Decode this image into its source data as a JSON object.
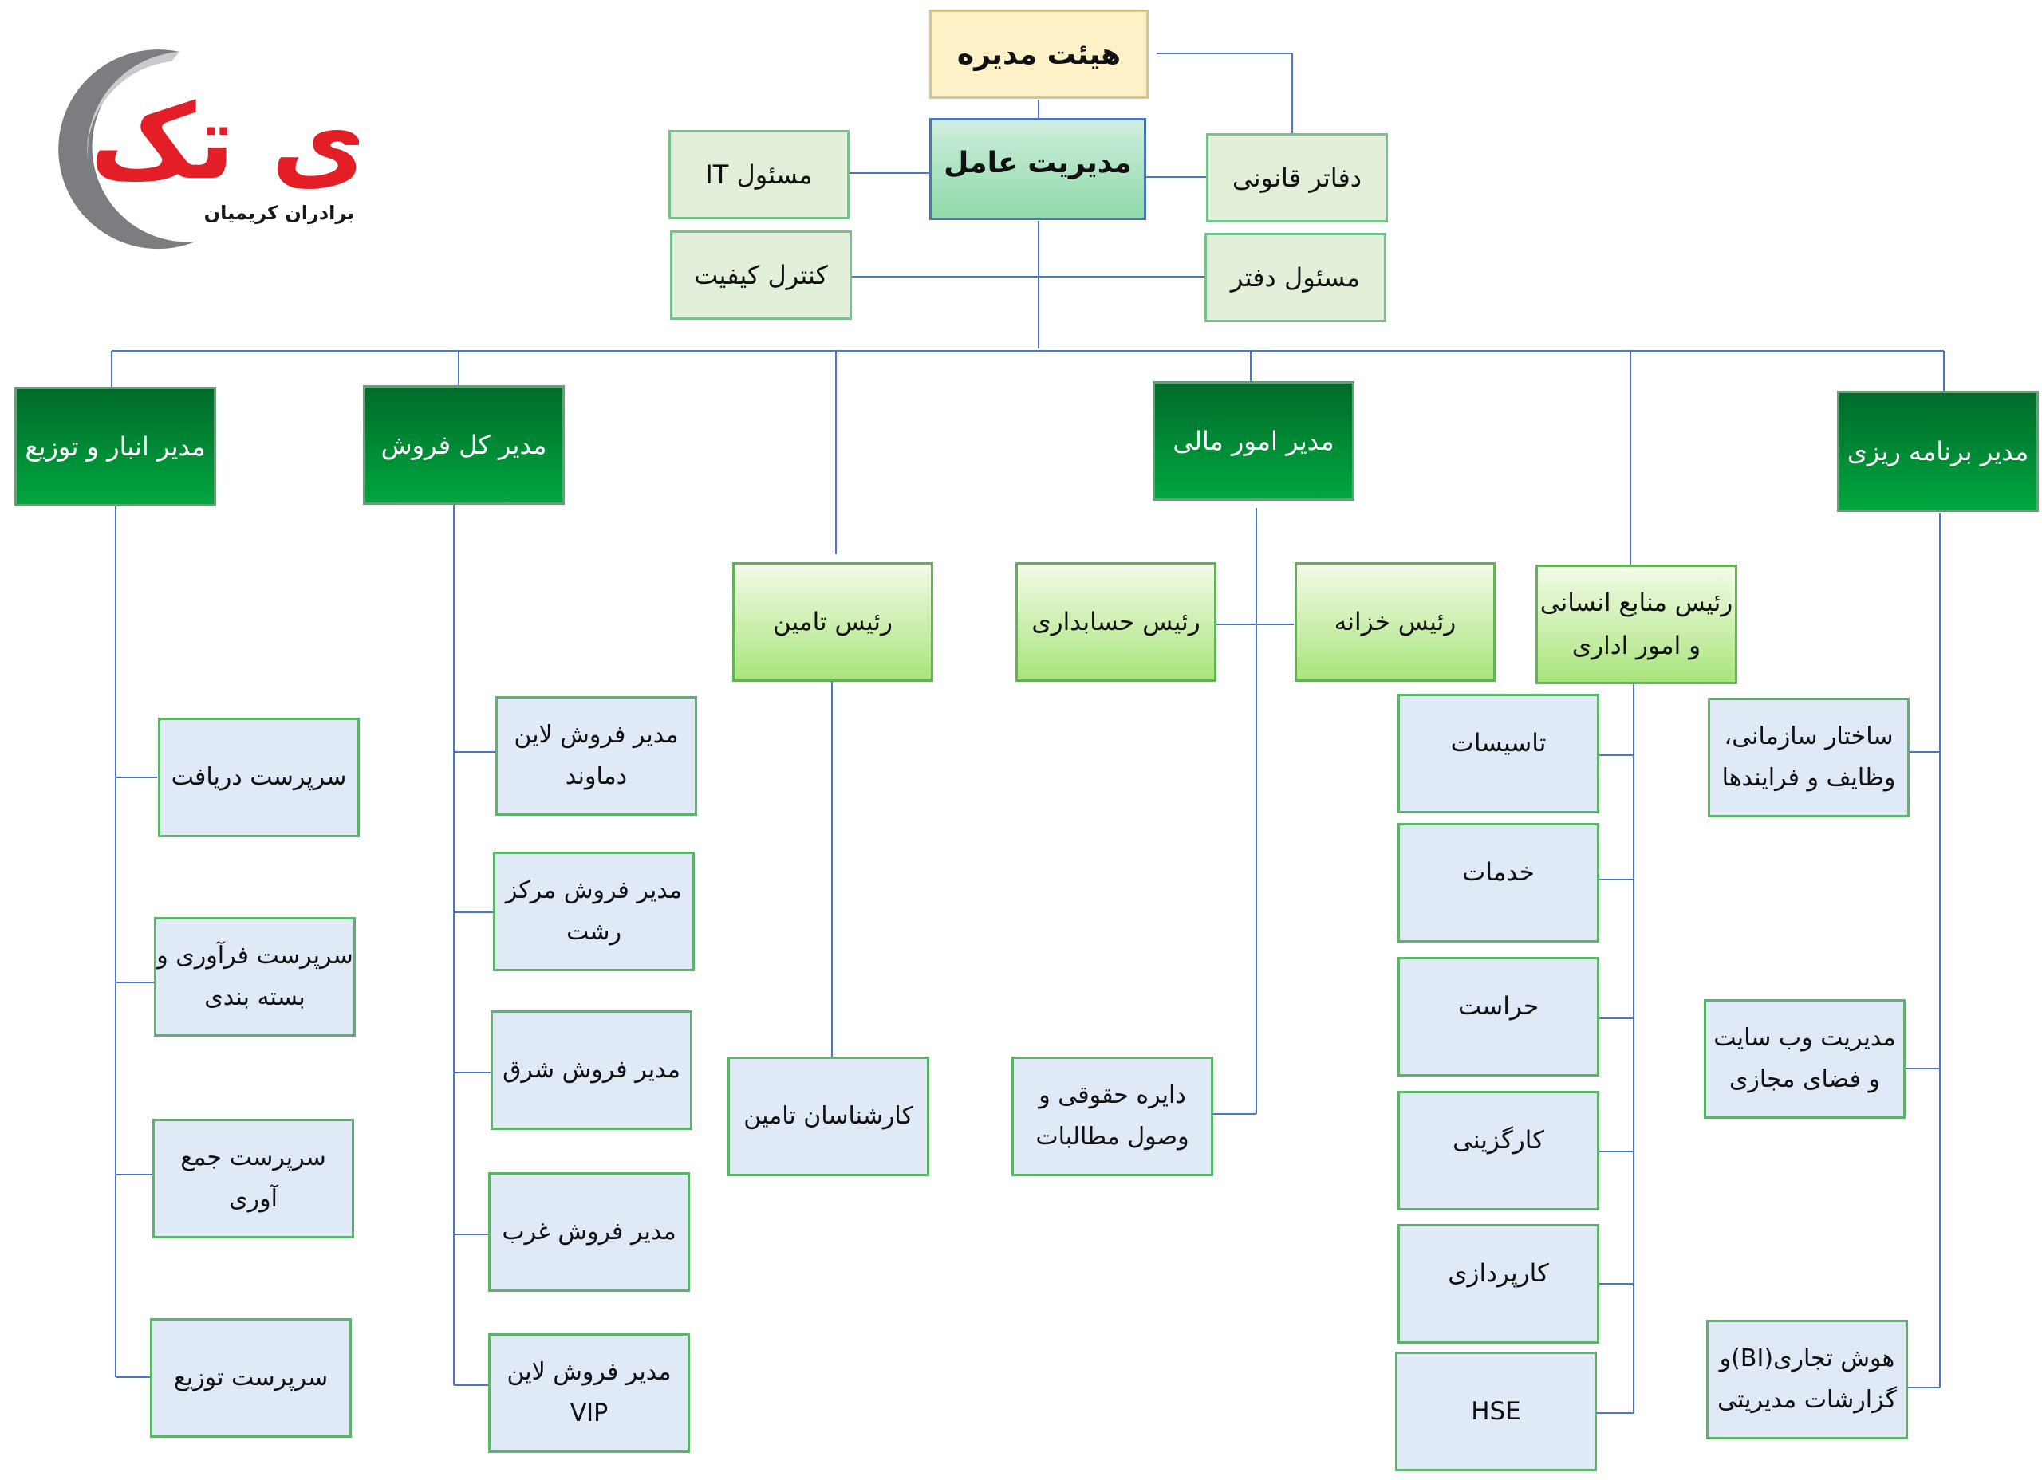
{
  "logo": {
    "main_text": "آی تک",
    "sub_text": "برادران کریمیان",
    "brand_color": "#e41e26"
  },
  "colors": {
    "line": "#4a77c8",
    "dept": "#009a3a",
    "board": "#fdf1c7",
    "leaf": "#dfeaf6"
  },
  "top": {
    "board": "هیئت مدیره",
    "ceo": "مدیریت عامل",
    "it": "مسئول IT",
    "qc": "کنترل کیفیت",
    "legal": "دفاتر قانونی",
    "office": "مسئول دفتر"
  },
  "departments": {
    "warehouse": "مدیر انبار و توزیع",
    "sales": "مدیر کل فروش",
    "finance": "مدیر امور مالی",
    "planning": "مدیر برنامه ریزی"
  },
  "mid": {
    "supply": "رئیس تامین",
    "accounting": "رئیس حسابداری",
    "treasury": "رئیس خزانه",
    "hr": "رئیس منابع انسانی\nو امور اداری"
  },
  "warehouse_items": [
    "سرپرست دریافت",
    "سرپرست فرآوری و\nبسته بندی",
    "سرپرست جمع\nآوری",
    "سرپرست توزیع"
  ],
  "sales_items": [
    "مدیر فروش لاین\nدماوند",
    "مدیر فروش مرکز\nرشت",
    "مدیر فروش شرق",
    "مدیر فروش غرب",
    "مدیر فروش لاین\nVIP"
  ],
  "supply_items": [
    "کارشناسان تامین"
  ],
  "finance_items": [
    "دایره حقوقی و\nوصول مطالبات"
  ],
  "hr_items": [
    "تاسیسات",
    "خدمات",
    "حراست",
    "کارگزینی",
    "کارپردازی",
    "HSE"
  ],
  "planning_items": [
    "ساختار سازمانی،\nوظایف و فرایندها",
    "مدیریت وب سایت\nو فضای مجازی",
    "هوش تجاری(BI)و\nگزارشات مدیریتی"
  ]
}
